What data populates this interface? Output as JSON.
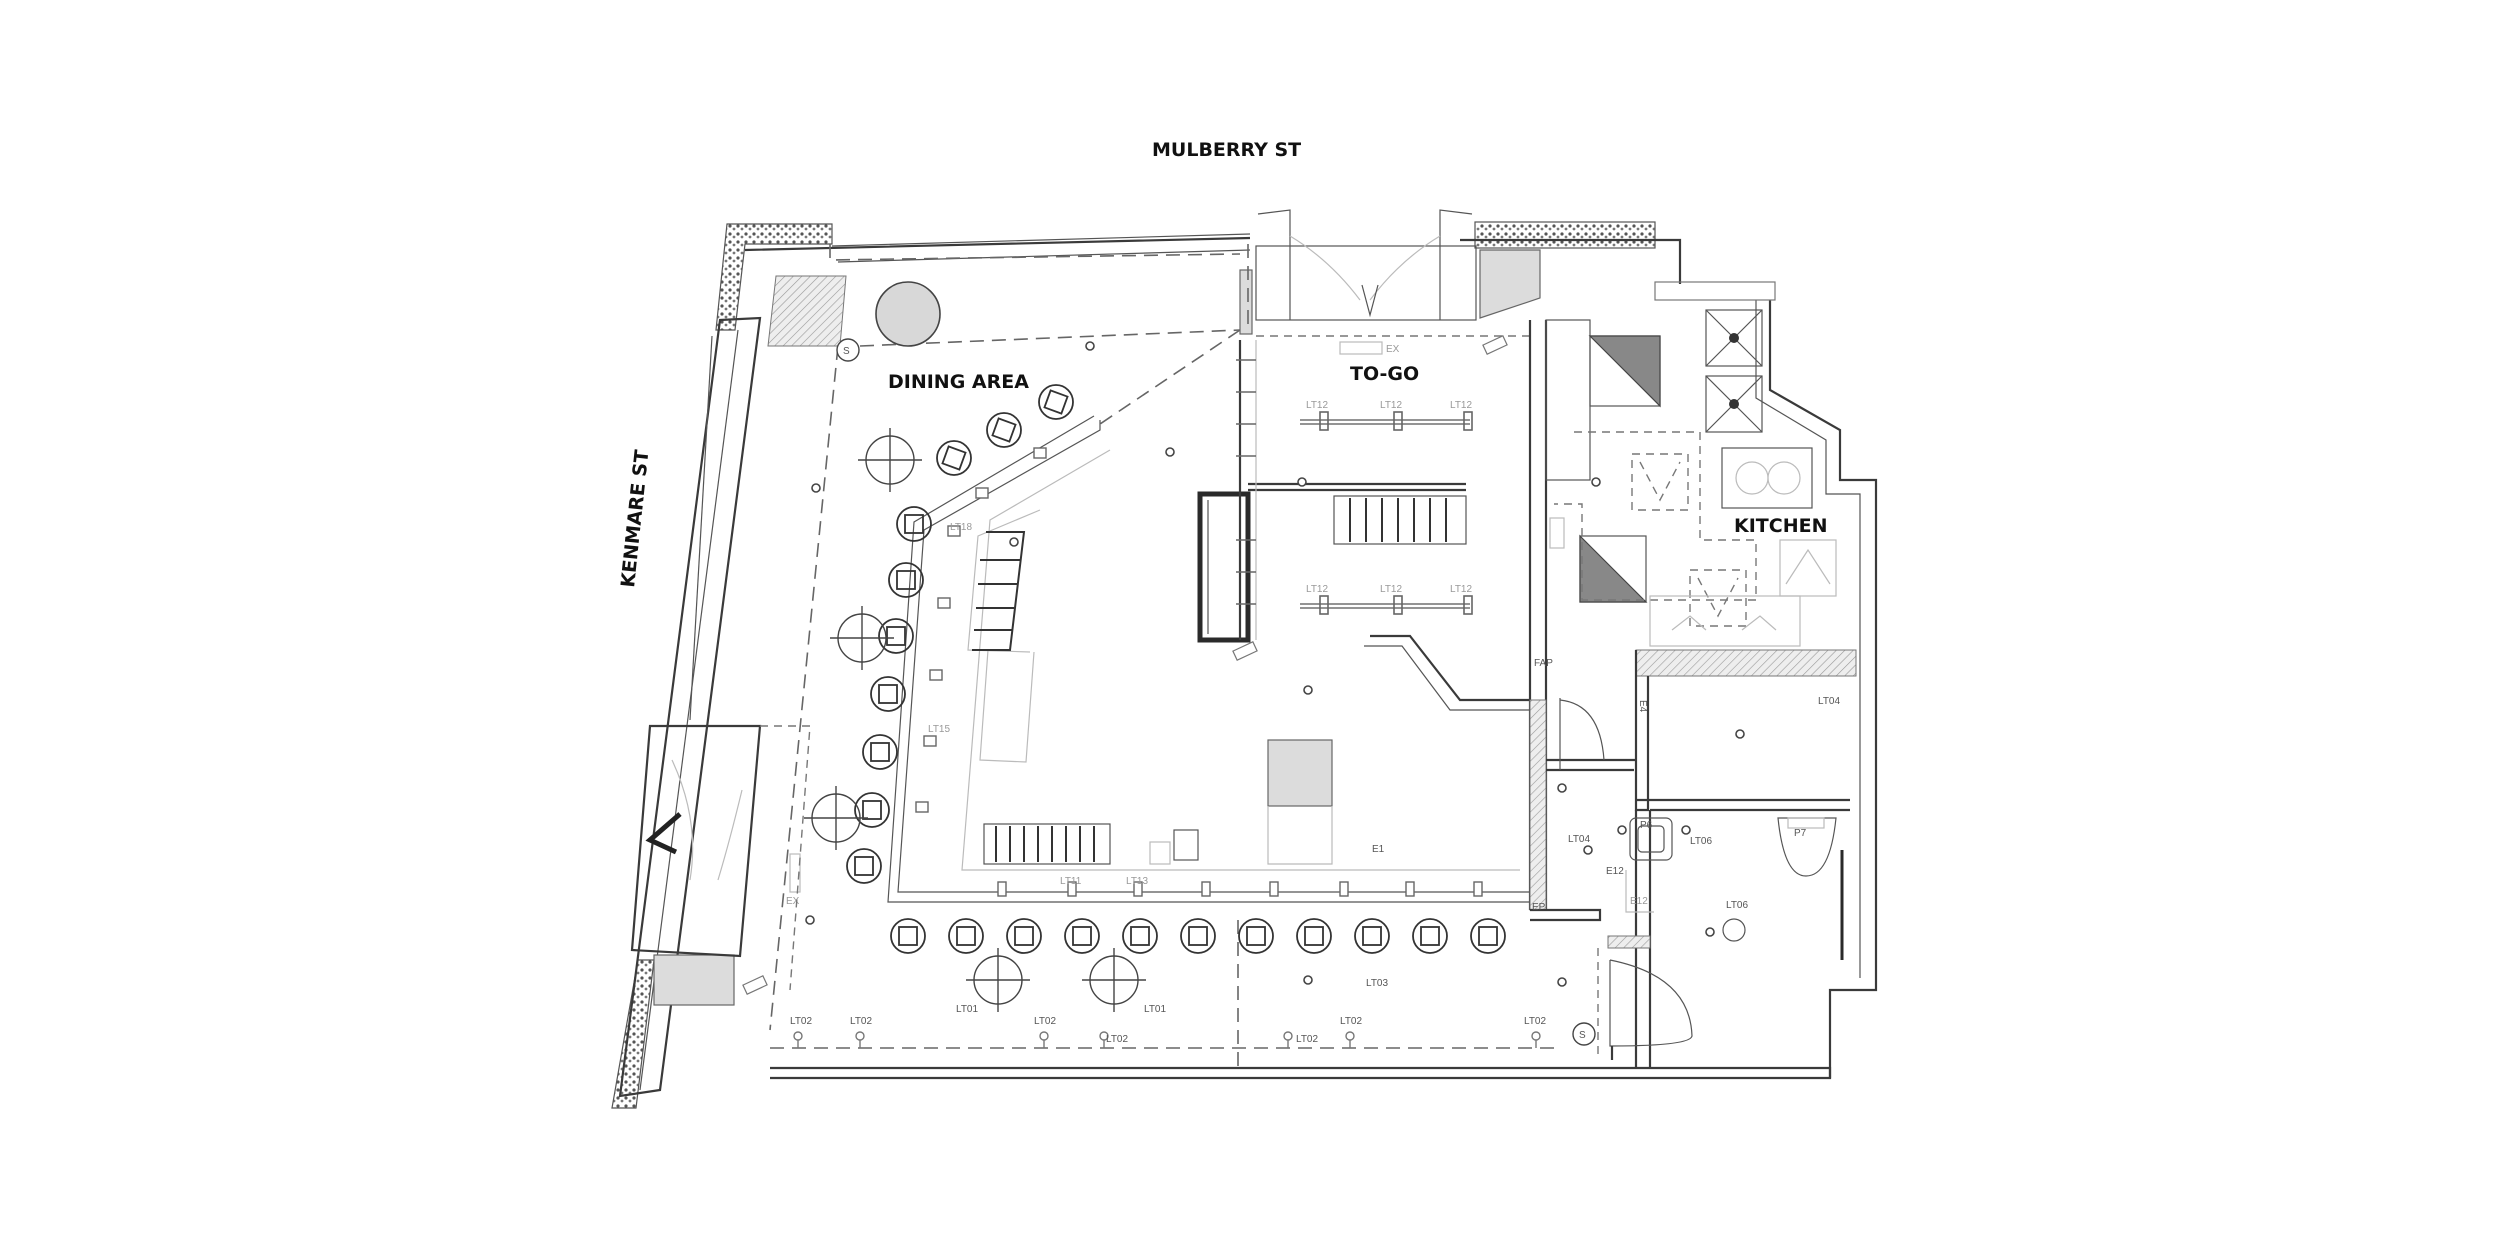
{
  "streets": {
    "north": "MULBERRY ST",
    "west": "KENMARE ST"
  },
  "rooms": {
    "dining": "DINING AREA",
    "togo": "TO-GO",
    "kitchen": "KITCHEN"
  },
  "tags": {
    "ex": "EX",
    "fap": "FAP",
    "ep": "EP",
    "e1": "E1",
    "e4": "E4",
    "e12": "E12",
    "p6": "P6",
    "p7": "P7",
    "lt01": "LT01",
    "lt02": "LT02",
    "lt03": "LT03",
    "lt04": "LT04",
    "lt06": "LT06",
    "lt12": "LT12",
    "lt18": "LT18",
    "lt11": "LT11",
    "lt13": "LT13",
    "lt15": "LT15",
    "s": "S"
  },
  "colors": {
    "wall": "#3a3a3a",
    "fill_grey": "#dcdcdc",
    "line_light": "#bbbbbb"
  }
}
